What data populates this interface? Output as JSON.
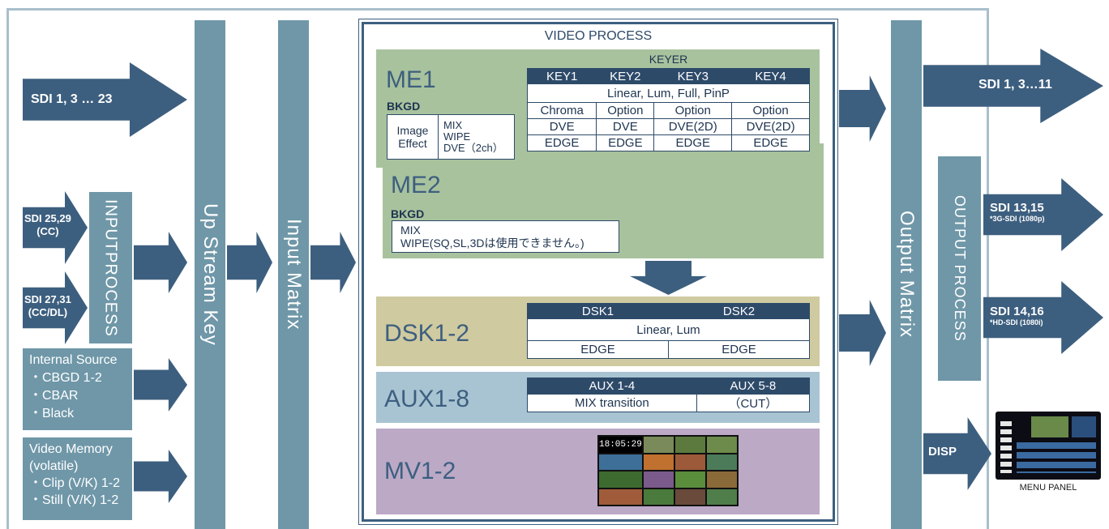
{
  "inputs": {
    "sdi_main": "SDI 1, 3 … 23",
    "sdi_25": [
      "SDI 25,29",
      "(CC)"
    ],
    "sdi_27": [
      "SDI 27,31",
      "(CC/DL)"
    ],
    "input_process": [
      "INPUT",
      "PROCESS"
    ],
    "internal_source": [
      "Internal Source",
      "・CBGD 1-2",
      "・CBAR",
      "・Black"
    ],
    "video_memory": [
      "Video Memory",
      "(volatile)",
      "・Clip (V/K) 1-2",
      "・Still (V/K) 1-2"
    ]
  },
  "bars": {
    "up_stream_key": "Up Stream Key",
    "input_matrix": "Input Matrix",
    "output_matrix": "Output  Matrix",
    "output_process": "OUTPUT PROCESS"
  },
  "video_process": {
    "title": "VIDEO PROCESS",
    "me1": {
      "name": "ME1",
      "bkgd": "BKGD",
      "image_effect": [
        "Image",
        "Effect"
      ],
      "bkgd_modes": [
        "MIX",
        "WIPE",
        "DVE（2ch）"
      ],
      "keyer_title": "KEYER",
      "keyer_headers": [
        "KEY1",
        "KEY2",
        "KEY3",
        "KEY4"
      ],
      "keyer_common": "Linear, Lum, Full, PinP",
      "keyer_rows": [
        [
          "Chroma",
          "Option",
          "Option",
          "Option"
        ],
        [
          "DVE",
          "DVE",
          "DVE(2D)",
          "DVE(2D)"
        ],
        [
          "EDGE",
          "EDGE",
          "EDGE",
          "EDGE"
        ]
      ]
    },
    "me2": {
      "name": "ME2",
      "bkgd": "BKGD",
      "modes": [
        "MIX",
        "WIPE(SQ,SL,3Dは使用できません。)"
      ]
    },
    "dsk": {
      "name": "DSK1-2",
      "headers": [
        "DSK1",
        "DSK2"
      ],
      "common": "Linear, Lum",
      "edge": [
        "EDGE",
        "EDGE"
      ]
    },
    "aux": {
      "name": "AUX1-8",
      "headers": [
        "AUX 1-4",
        "AUX 5-8"
      ],
      "values": [
        "MIX transition",
        "（CUT）"
      ]
    },
    "mv": {
      "name": "MV1-2",
      "clock": "18:05:29"
    }
  },
  "outputs": {
    "sdi_main": "SDI 1, 3…11",
    "sdi_13": [
      "SDI 13,15",
      "*3G-SDI (1080p)"
    ],
    "sdi_14": [
      "SDI 14,16",
      "*HD-SDI (1080i)"
    ],
    "disp": "DISP",
    "menu_panel": "MENU PANEL"
  },
  "colors": {
    "arrow": "#3d5f7f",
    "bar": "#6f97a8",
    "me": "#a8c29e",
    "dsk": "#cfcaa0",
    "aux": "#a8c4d3",
    "mv": "#bba9c6",
    "table_header": "#2d4a69"
  }
}
